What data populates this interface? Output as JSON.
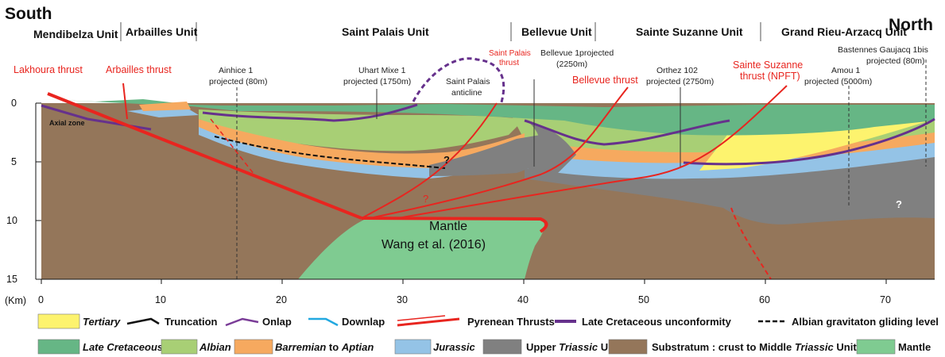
{
  "corners": {
    "south": "South",
    "north": "North"
  },
  "units": [
    {
      "id": "mendibelza",
      "label": "Mendibelza Unit"
    },
    {
      "id": "arbailles",
      "label": "Arbailles Unit"
    },
    {
      "id": "saint-palais",
      "label": "Saint Palais Unit"
    },
    {
      "id": "bellevue",
      "label": "Bellevue Unit"
    },
    {
      "id": "sainte-suzanne",
      "label": "Sainte Suzanne Unit"
    },
    {
      "id": "grand-rieu",
      "label": "Grand Rieu-Arzacq Unit"
    }
  ],
  "thrusts": {
    "lakhoura": "Lakhoura thrust",
    "arbailles": "Arbailles thrust",
    "saint_palais_1": "Saint Palais",
    "saint_palais_2": "thrust",
    "bellevue": "Bellevue thrust",
    "sainte_suzanne_1": "Sainte Suzanne",
    "sainte_suzanne_2": "thrust (NPFT)"
  },
  "wells": {
    "ainhice": [
      "Ainhice 1",
      "projected (80m)"
    ],
    "uhart": [
      "Uhart Mixe  1",
      "projected (1750m)"
    ],
    "bellevue": [
      "Bellevue 1projected",
      "(2250m)"
    ],
    "orthez": [
      "Orthez 102",
      "projected (2750m)"
    ],
    "amou": [
      "Amou 1",
      "projected (5000m)"
    ],
    "bastennes": [
      "Bastennes Gaujacq 1bis",
      "projected (80m)"
    ]
  },
  "anticline": [
    "Saint Palais",
    "anticline"
  ],
  "axial_zone": "Axial zone",
  "mantle": [
    "Mantle",
    "Wang et al. (2016)"
  ],
  "question": "?",
  "axes": {
    "y_unit": "(Km)",
    "y_ticks": [
      "0",
      "5",
      "10",
      "15"
    ],
    "x_ticks": [
      "0",
      "10",
      "20",
      "30",
      "40",
      "50",
      "60",
      "70"
    ]
  },
  "legend": {
    "tertiary": "Tertiary",
    "truncation": "Truncation",
    "onlap": "Onlap",
    "downlap": "Downlap",
    "pyrenean_thrusts": "Pyrenean Thrusts",
    "late_cretaceous_unconformity": "Late Cretaceous unconformity",
    "albian_gliding": "Albian gravitaton gliding level",
    "late_cretaceous": "Late Cretaceous",
    "albian": "Albian",
    "barremian_1": "Barremian",
    "barremian_2": " to ",
    "barremian_3": "Aptian",
    "jurassic": "Jurassic",
    "upper_triassic_1": "Upper ",
    "upper_triassic_2": "Triassic",
    "upper_triassic_3": " Unit",
    "substratum_1": "Substratum : crust to Middle ",
    "substratum_2": "Triassic",
    "substratum_3": " Unit",
    "mantle": "Mantle"
  },
  "colors": {
    "tertiary": "#fdf36e",
    "late_cretaceous": "#66b685",
    "albian": "#a8cf75",
    "barremian": "#f6a95f",
    "jurassic": "#94c3e6",
    "triassic": "#808080",
    "substratum": "#94765a",
    "mantle": "#7fcb91",
    "thrust": "#e8251f",
    "unconformity": "#66318c",
    "onlap": "#7a3c97",
    "downlap": "#22a8e0"
  }
}
